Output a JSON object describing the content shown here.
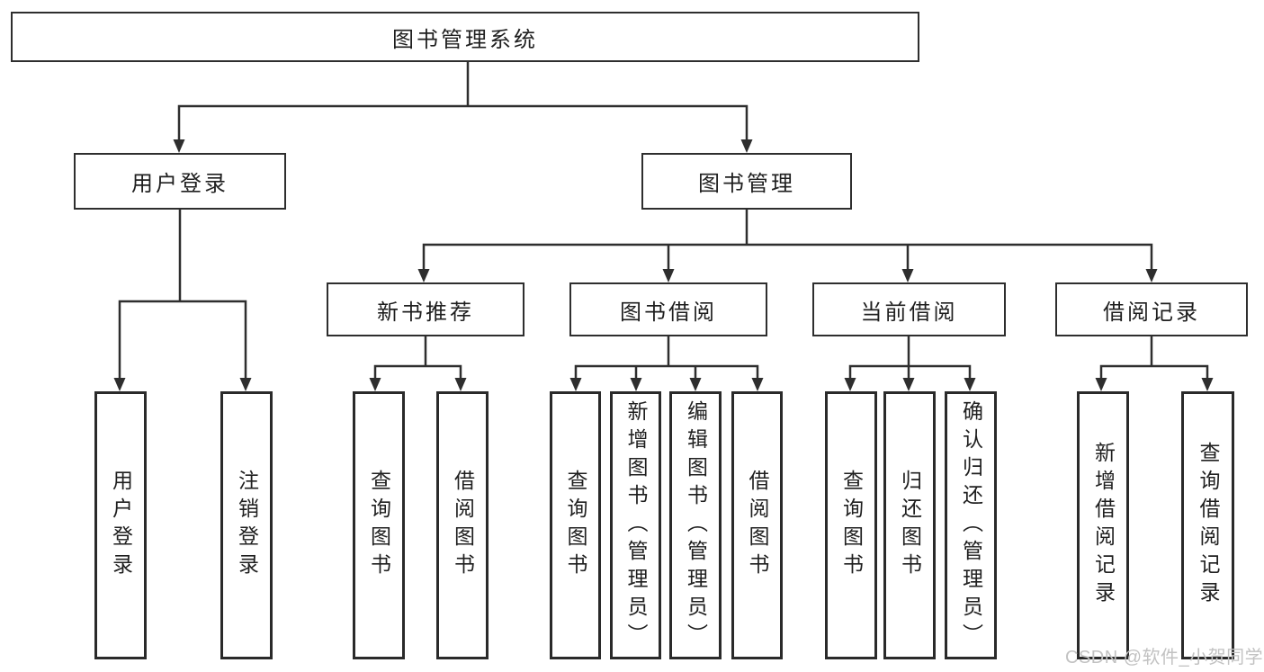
{
  "tree": {
    "root": {
      "label": "图书管理系统"
    },
    "level2": [
      {
        "label": "用户登录",
        "children": [
          {
            "label": "用户登录"
          },
          {
            "label": "注销登录"
          }
        ]
      },
      {
        "label": "图书管理",
        "children": [
          {
            "label": "新书推荐",
            "children": [
              {
                "label": "查询图书"
              },
              {
                "label": "借阅图书"
              }
            ]
          },
          {
            "label": "图书借阅",
            "children": [
              {
                "label": "查询图书"
              },
              {
                "label": "新增图书（管理员）"
              },
              {
                "label": "编辑图书（管理员）"
              },
              {
                "label": "借阅图书"
              }
            ]
          },
          {
            "label": "当前借阅",
            "children": [
              {
                "label": "查询图书"
              },
              {
                "label": "归还图书"
              },
              {
                "label": "确认归还（管理员）"
              }
            ]
          },
          {
            "label": "借阅记录",
            "children": [
              {
                "label": "新增借阅记录"
              },
              {
                "label": "查询借阅记录"
              }
            ]
          }
        ]
      }
    ]
  },
  "watermark": {
    "text": "CSDN @软件_小贺同学"
  },
  "colors": {
    "line": "#2e2e2e",
    "box_border": "#2a2a2a",
    "text": "#1f1f1f",
    "watermark_text": "#c2c2c2",
    "background": "#ffffff"
  }
}
